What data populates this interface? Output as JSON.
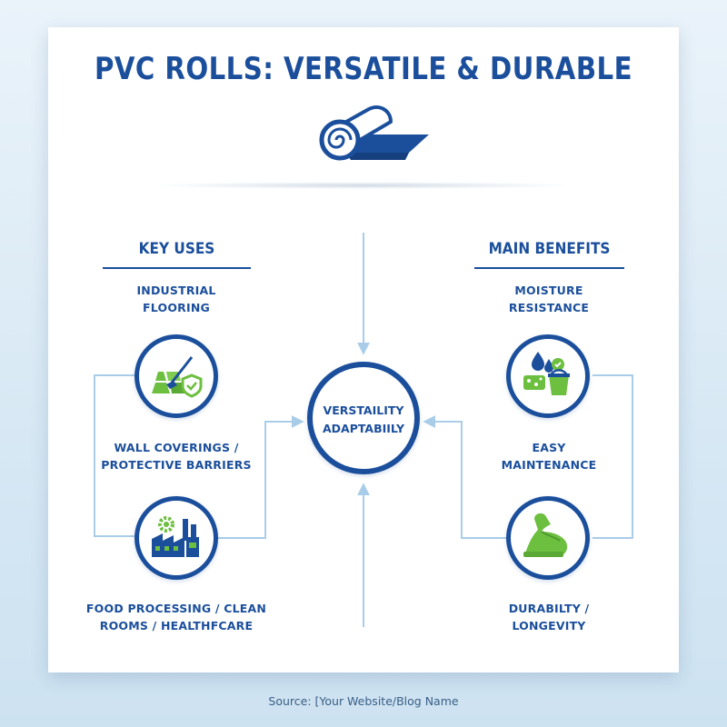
{
  "title": "PVC ROLLS: VERSATILE & DURABLE",
  "left_section": {
    "heading": "KEY USES",
    "items": [
      {
        "label_lines": [
          "INDUSTRIAL",
          "FLOORING"
        ],
        "icon": "floor-tiles-mop-shield-icon"
      },
      {
        "label_lines": [
          "WALL COVERINGS /",
          "PROTECTIVE BARRIERS"
        ],
        "icon": "factory-gear-icon"
      },
      {
        "label_lines": [
          "FOOD PROCESSING / CLEAN",
          "ROOMS / HEALTHFCARE"
        ]
      }
    ]
  },
  "center": {
    "lines": [
      "VERSTAILITY",
      "ADAPTABIILY"
    ]
  },
  "right_section": {
    "heading": "MAIN BENEFITS",
    "items": [
      {
        "label_lines": [
          "MOISTURE",
          "RESISTANCE"
        ],
        "icon": "water-drops-sponge-bucket-icon"
      },
      {
        "label_lines": [
          "EASY",
          "MAINTENANCE"
        ],
        "icon": "flexed-arm-icon"
      },
      {
        "label_lines": [
          "DURABILTY /",
          "LONGEVITY"
        ]
      }
    ]
  },
  "source": "Source: [Your Website/Blog Name",
  "colors": {
    "primary": "#1b4f9c",
    "accent_green": "#6cbf3f",
    "connector": "#a9cde9",
    "background": "#d7e8f4"
  }
}
